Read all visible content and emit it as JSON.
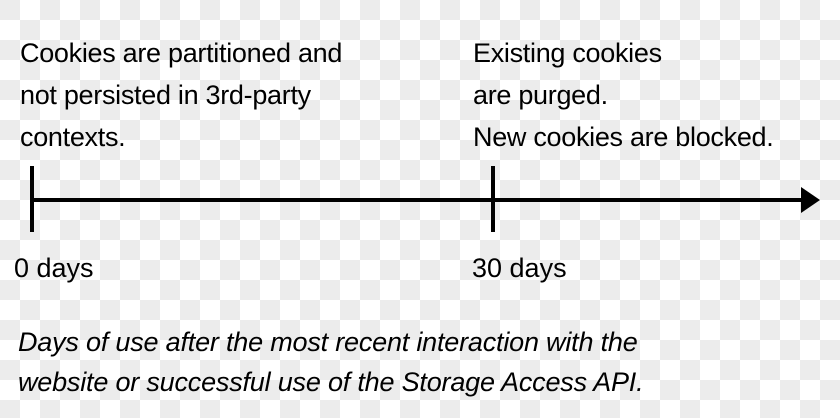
{
  "diagram": {
    "type": "timeline",
    "events": [
      {
        "position": "0 days",
        "description_lines": [
          "Cookies are partitioned and",
          "not persisted in 3rd-party",
          "contexts."
        ]
      },
      {
        "position": "30 days",
        "description_lines": [
          "Existing cookies",
          "are purged.",
          "New cookies are blocked."
        ]
      }
    ],
    "axis": {
      "tick_labels": [
        "0 days",
        "30 days"
      ],
      "direction": "right-arrow"
    },
    "caption_lines": [
      "Days of use after the most recent interaction with the",
      "website or successful use of the Storage Access API."
    ],
    "colors": {
      "line": "#000000",
      "text": "#000000",
      "checker_light": "#ffffff",
      "checker_dark": "#ececec"
    }
  }
}
